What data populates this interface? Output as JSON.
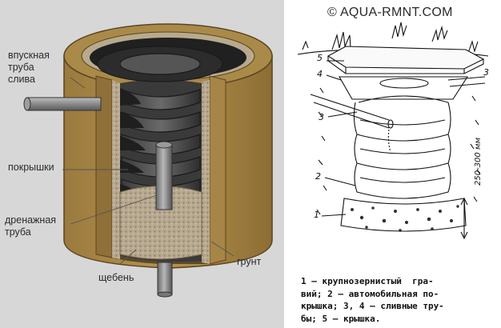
{
  "left_labels": {
    "inlet": [
      "впускная",
      "труба",
      "слива"
    ],
    "tyres": "покрышки",
    "drain": [
      "дренажная",
      "труба"
    ],
    "ground": "грунт",
    "gravel": "щебень"
  },
  "watermark": "© AQUA-RMNT.COM",
  "numbers": {
    "n1": "1",
    "n2": "2",
    "n3a": "3",
    "n3b": "3",
    "n4": "4",
    "n5": "5"
  },
  "dimension": "250-300 мм",
  "legend": [
    "1 — крупнозернистый  гра-",
    "вий; 2 — автомобильная по-",
    "крышка; 3, 4 — сливные тру-",
    "бы; 5 — крышка."
  ]
}
